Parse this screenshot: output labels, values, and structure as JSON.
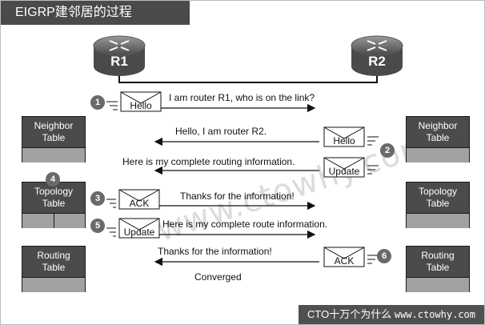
{
  "title": "EIGRP建邻居的过程",
  "routers": {
    "r1": "R1",
    "r2": "R2"
  },
  "tables": {
    "left": [
      {
        "line1": "Neighbor",
        "line2": "Table"
      },
      {
        "line1": "Topology",
        "line2": "Table"
      },
      {
        "line1": "Routing",
        "line2": "Table"
      }
    ],
    "right": [
      {
        "line1": "Neighbor",
        "line2": "Table"
      },
      {
        "line1": "Topology",
        "line2": "Table"
      },
      {
        "line1": "Routing",
        "line2": "Table"
      }
    ]
  },
  "messages": {
    "m1": "I am router R1, who is on the link?",
    "m2": "Hello, I am router R2.",
    "m3": "Here is my complete routing information.",
    "m4": "Thanks for the information!",
    "m5": "Here is my complete route information.",
    "m6": "Thanks for the information!",
    "m7": "Converged"
  },
  "envelopes": {
    "hello1": "Hello",
    "hello2": "Hello",
    "update1": "Update",
    "ack1": "ACK",
    "update2": "Update",
    "ack2": "ACK"
  },
  "steps": {
    "s1": "1",
    "s2": "2",
    "s3": "3",
    "s4": "4",
    "s5": "5",
    "s6": "6"
  },
  "watermark": "www.ctowhy.com",
  "footer": {
    "text": "CTO十万个为什么",
    "url": "www.ctowhy.com"
  }
}
